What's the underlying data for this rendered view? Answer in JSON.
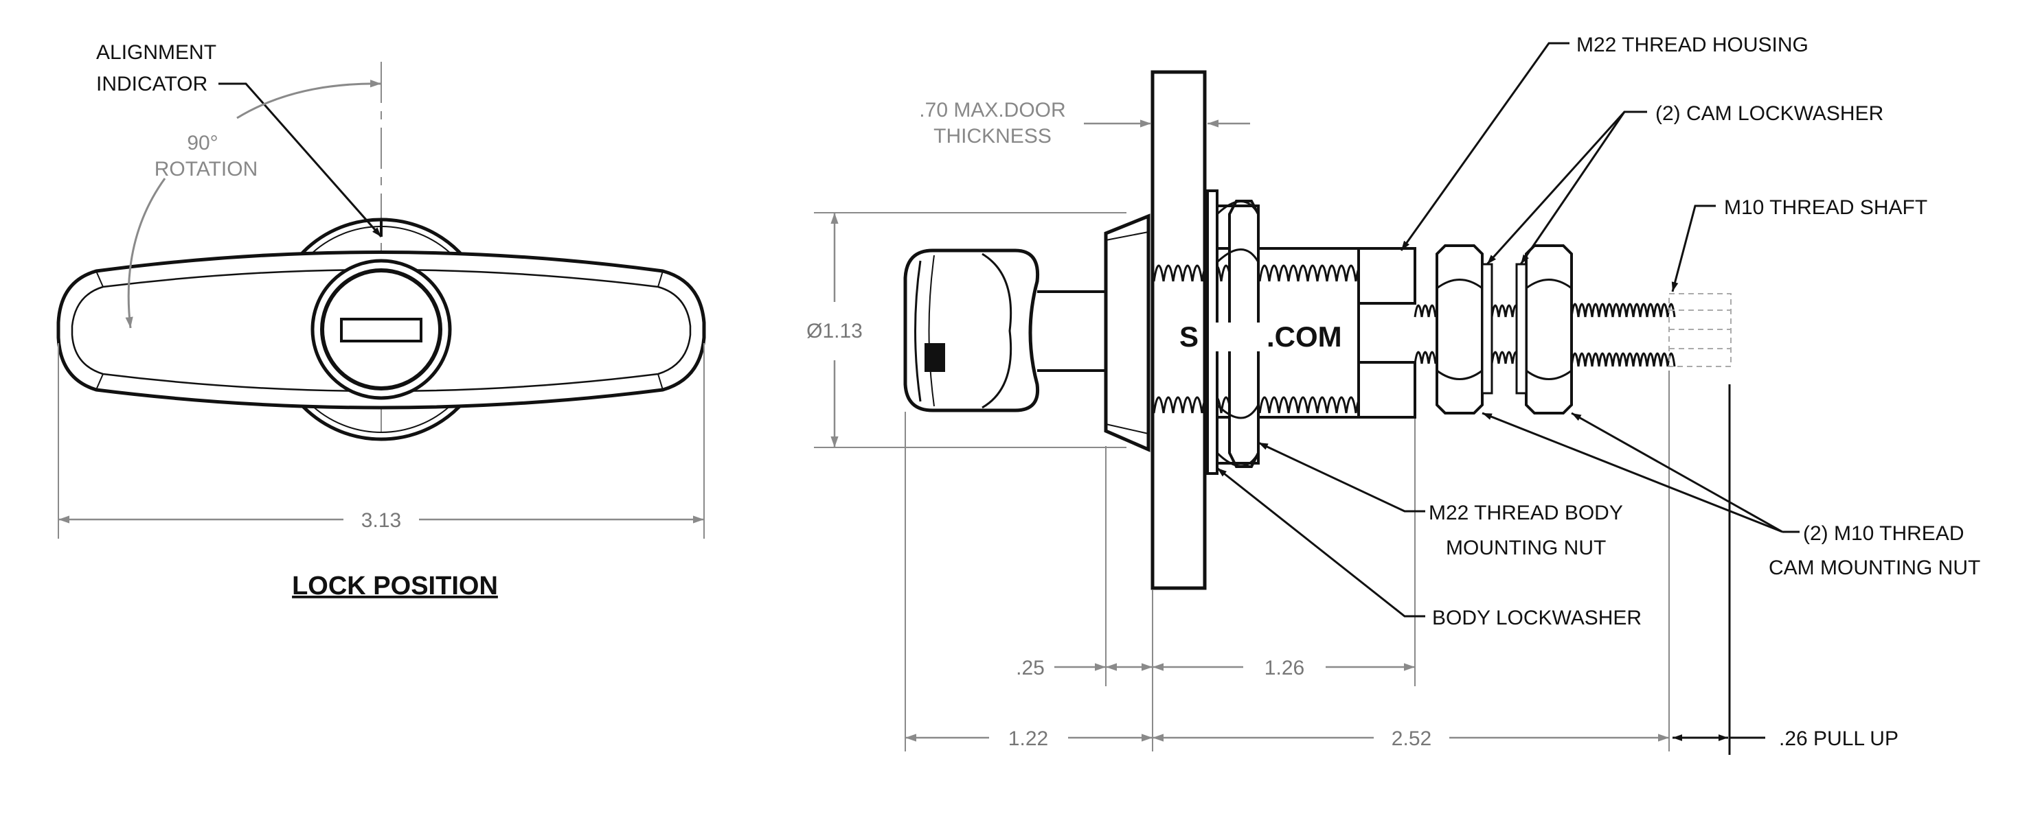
{
  "lock_view": {
    "title": "LOCK POSITION",
    "alignment_indicator": [
      "ALIGNMENT",
      "INDICATOR"
    ],
    "rotation": [
      "90°",
      "ROTATION"
    ],
    "width_dim": "3.13"
  },
  "side_view": {
    "door_thickness": [
      ".70 MAX.DOOR",
      "THICKNESS"
    ],
    "diameter": "Ø1.13",
    "brand_text": [
      "S",
      ".COM"
    ],
    "dims": {
      "d_025": ".25",
      "d_126": "1.26",
      "d_122": "1.22",
      "d_252": "2.52",
      "pull_up": ".26 PULL UP"
    },
    "callouts": {
      "m22_housing": "M22 THREAD HOUSING",
      "cam_lockwasher": "(2) CAM LOCKWASHER",
      "m10_shaft": "M10 THREAD SHAFT",
      "body_nut": [
        "M22 THREAD BODY",
        "MOUNTING NUT"
      ],
      "body_lockwasher": "BODY LOCKWASHER",
      "cam_nut": [
        "(2) M10 THREAD",
        "CAM MOUNTING NUT"
      ]
    }
  }
}
